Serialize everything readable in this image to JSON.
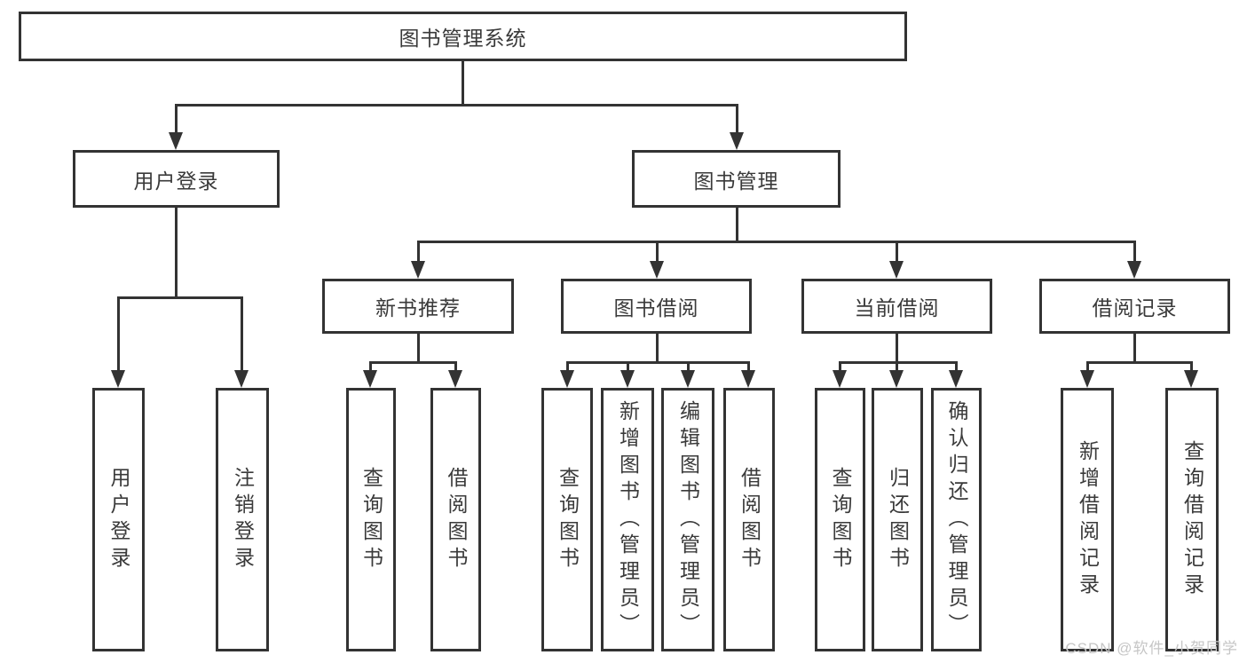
{
  "diagram": {
    "title": "图书管理系统",
    "branches": [
      {
        "label": "用户登录",
        "children": [
          {
            "label": "用户登录"
          },
          {
            "label": "注销登录"
          }
        ]
      },
      {
        "label": "图书管理",
        "children": [
          {
            "label": "新书推荐",
            "children": [
              {
                "label": "查询图书"
              },
              {
                "label": "借阅图书"
              }
            ]
          },
          {
            "label": "图书借阅",
            "children": [
              {
                "label": "查询图书"
              },
              {
                "label": "新增图书（管理员）"
              },
              {
                "label": "编辑图书（管理员）"
              },
              {
                "label": "借阅图书"
              }
            ]
          },
          {
            "label": "当前借阅",
            "children": [
              {
                "label": "查询图书"
              },
              {
                "label": "归还图书"
              },
              {
                "label": "确认归还（管理员）"
              }
            ]
          },
          {
            "label": "借阅记录",
            "children": [
              {
                "label": "新增借阅记录"
              },
              {
                "label": "查询借阅记录"
              }
            ]
          }
        ]
      }
    ]
  },
  "watermark": {
    "text": "CSDN @软件_小贺同学"
  },
  "colors": {
    "line": "#333333",
    "text": "#3a3a3a",
    "background": "#ffffff",
    "watermark": "#c6c6c6"
  }
}
